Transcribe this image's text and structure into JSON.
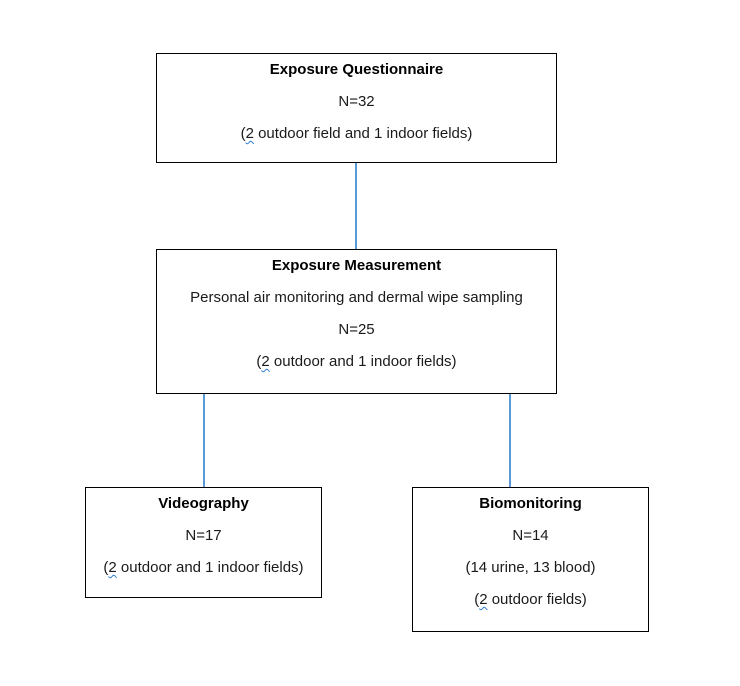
{
  "diagram": {
    "colors": {
      "connector": "#5b9bd5",
      "grammar_squiggle": "#2b7cd3",
      "box_border": "#000000",
      "background": "#ffffff"
    },
    "boxes": {
      "exposure_questionnaire": {
        "title": "Exposure Questionnaire",
        "line_n": "N=32",
        "paren_open": "(",
        "flagged": "2",
        "paren_rest": " outdoor field and 1 indoor fields)"
      },
      "exposure_measurement": {
        "title": "Exposure Measurement",
        "subtitle": "Personal air monitoring and dermal wipe sampling",
        "line_n": "N=25",
        "paren_open": "(",
        "flagged": "2",
        "paren_rest": " outdoor and 1 indoor fields)"
      },
      "videography": {
        "title": "Videography",
        "line_n": "N=17",
        "paren_open": "(",
        "flagged": "2",
        "paren_rest": " outdoor and 1 indoor fields)"
      },
      "biomonitoring": {
        "title": "Biomonitoring",
        "line_n": "N=14",
        "line_samples": "(14 urine, 13 blood)",
        "paren_open": "(",
        "flagged": "2",
        "paren_rest": " outdoor fields)"
      }
    }
  }
}
